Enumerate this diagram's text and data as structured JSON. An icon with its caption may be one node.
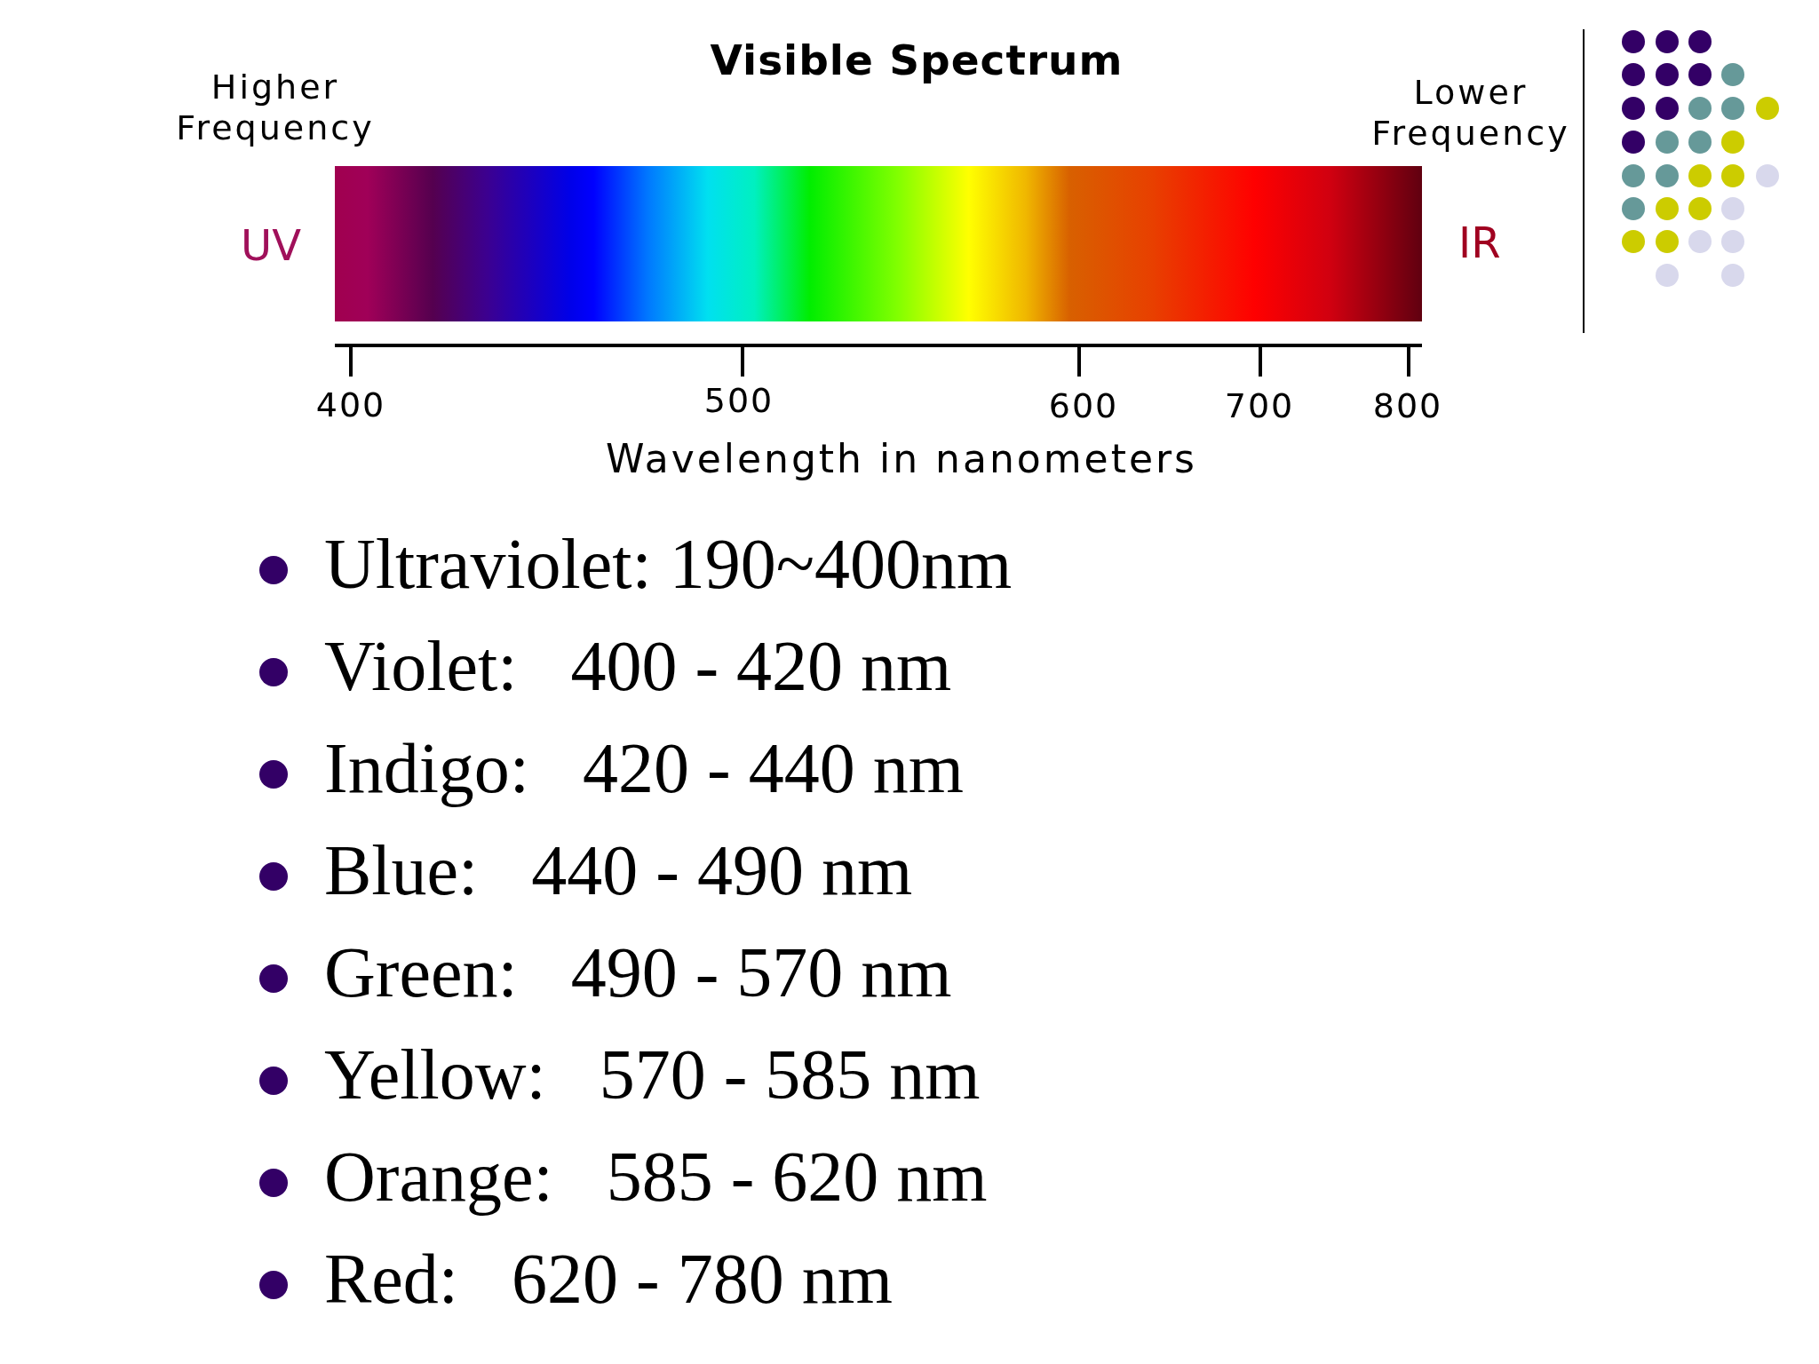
{
  "diagram": {
    "title": "Visible Spectrum",
    "labels": [
      "Higher Frequency",
      "Lower Frequency",
      "UV",
      "IR",
      "400",
      "500",
      "600",
      "700",
      "800",
      "Wavelength in nanometers",
      "Ultraviolet: 190~400nm",
      "Violet:   400 - 420 nm",
      "Indigo:   420 - 440 nm",
      "Blue:   440 - 490 nm",
      "Green:   490 - 570 nm",
      "Yellow:   570 - 585 nm",
      "Orange:   585 - 620 nm",
      "Red:   620 - 780 nm"
    ]
  }
}
